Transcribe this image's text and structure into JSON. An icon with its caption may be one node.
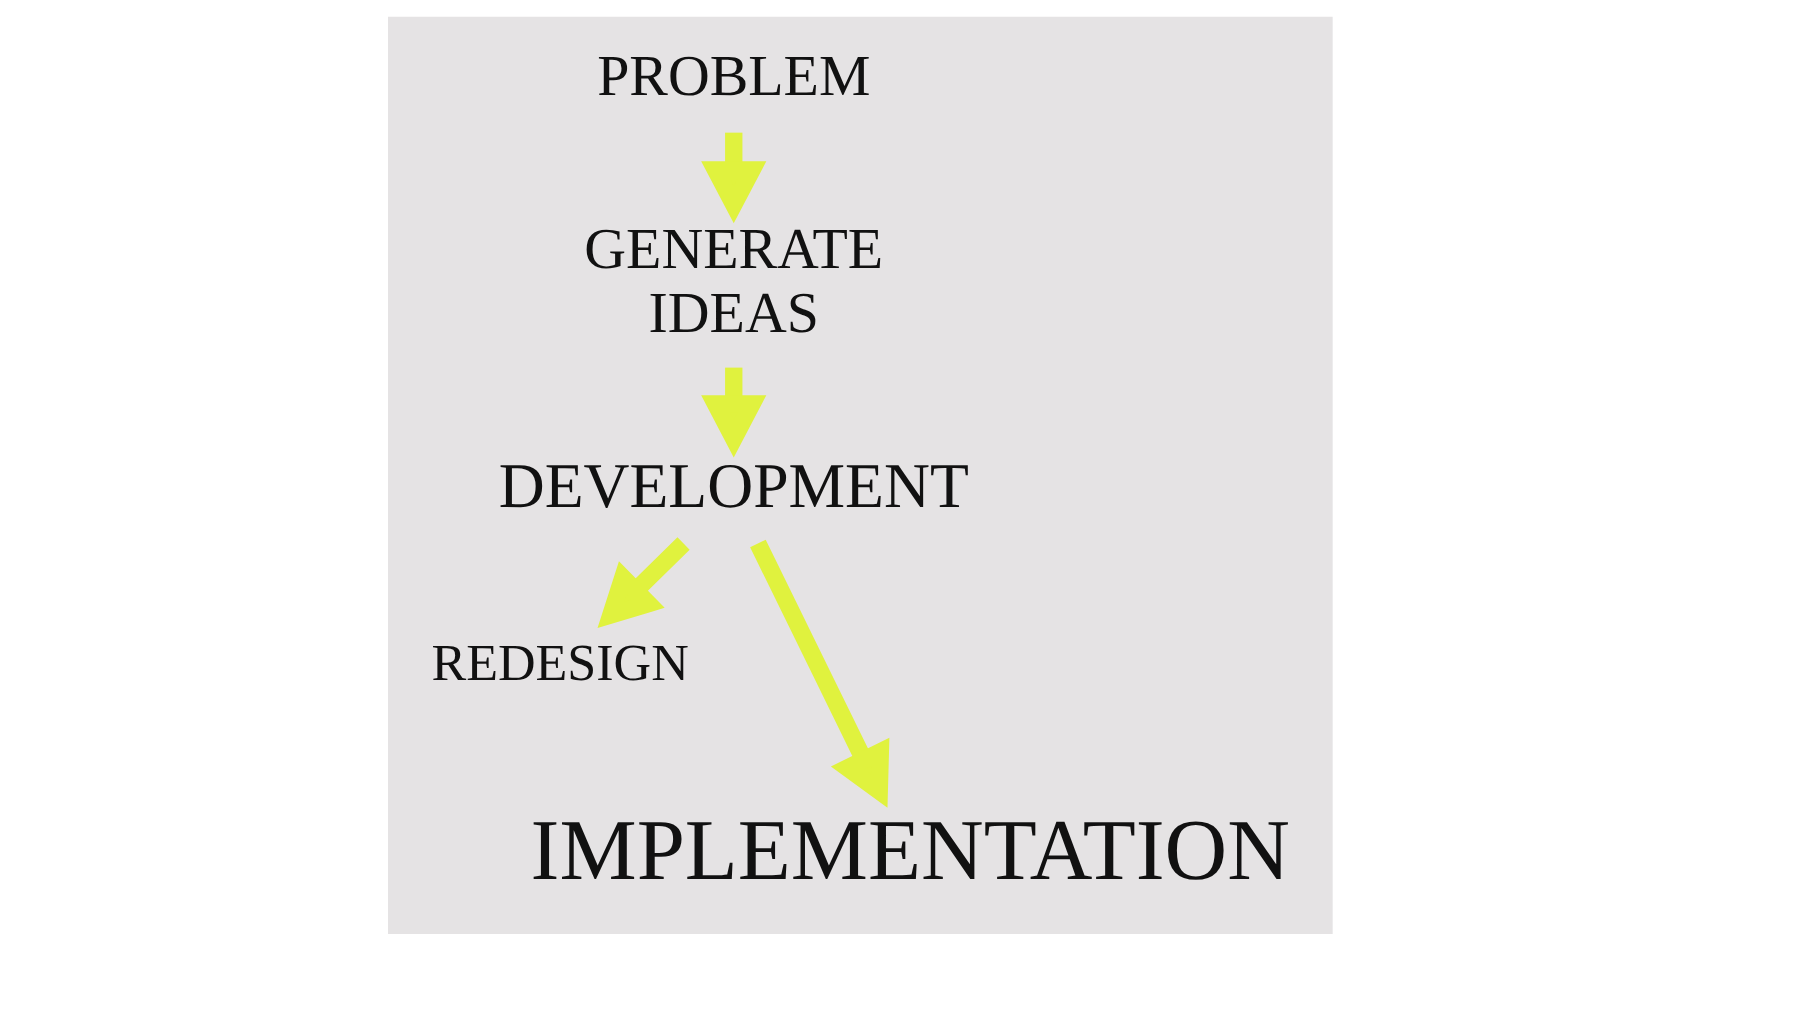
{
  "diagram": {
    "nodes": [
      {
        "text": [
          "PROBLEM"
        ]
      },
      {
        "text": [
          "GENERATE IDEAS"
        ]
      },
      {
        "text": [
          "DEVELOPMENT"
        ]
      },
      {
        "text": [
          "REDESIGN"
        ]
      },
      {
        "text": [
          "IMPLEMENTATION"
        ]
      }
    ],
    "edges": [
      {
        "from": 0,
        "to": 1,
        "arrow": "to"
      },
      {
        "from": 1,
        "to": 2,
        "arrow": "to"
      },
      {
        "from": 2,
        "to": 3,
        "arrow": "to"
      },
      {
        "from": 2,
        "to": 4,
        "arrow": "to"
      }
    ]
  }
}
